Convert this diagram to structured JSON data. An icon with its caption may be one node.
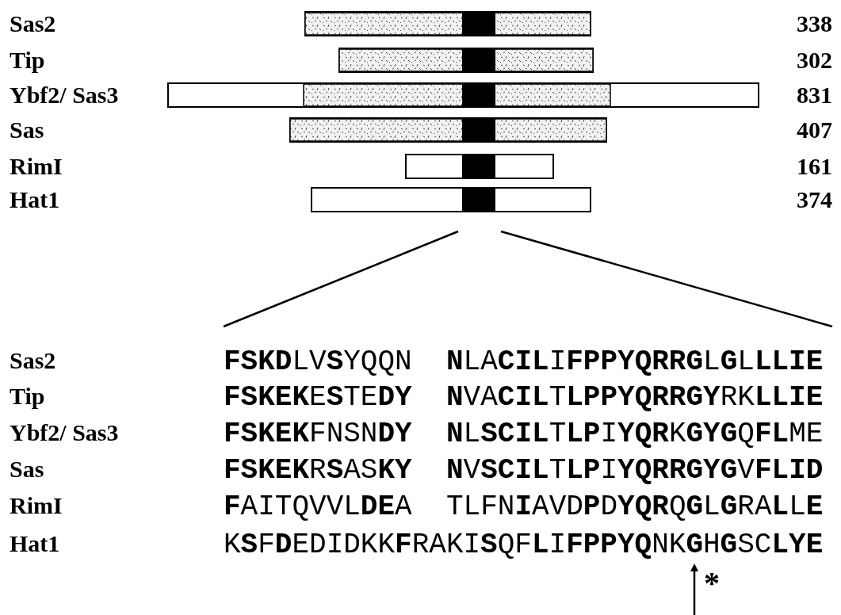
{
  "diagram": {
    "labels": [
      "Sas2",
      "338",
      "Tip",
      "302",
      "Ybf2/ Sas3",
      "831",
      "Sas",
      "407",
      "RimI",
      "161",
      "Hat1",
      "374",
      "Sas2",
      "**FSKD**LV**S**YQQN",
      "**N**LA**CIL**I**FPPYQRRG**L**G**L**LLIE**",
      "Tip",
      "**FSKEK**E**S**TE**DY**",
      "**N**VA**CIL**T**LPPYQRRGY**RK**LLIE**",
      "Ybf2/ Sas3",
      "**FSKEK**FNSN**DY**",
      "**N**L**SCIL**T**LP**I**YQR**K**GYG**Q**FL**ME",
      "Sas",
      "**FSKEK**R**S**AS**KY**",
      "**N**V**SCIL**T**LP**I**YQRRGYG**V**FLID**",
      "RimI",
      "**F**AITQVVL**DE**A",
      "TLFN**I**AVD**P**D**YQR**Q**G**L**G**RA**L**L**E**",
      "Hat1",
      "K**S**F**D**EDIDKK**F**RAKI**S**QF**L**I**FPPYQ**NK**G**H**G**SC**LYE**",
      "*"
    ]
  }
}
